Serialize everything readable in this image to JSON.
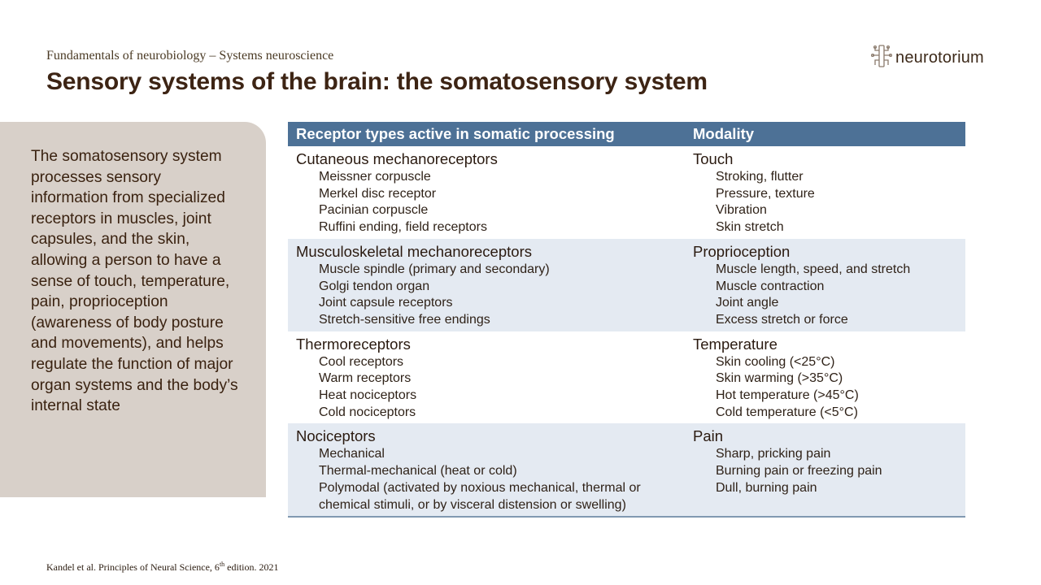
{
  "header": {
    "subtitle": "Fundamentals of neurobiology – Systems neuroscience",
    "title": "Sensory systems of the brain: the somatosensory system"
  },
  "logo": {
    "text": "neurotorium",
    "icon": "neurotorium-logo-icon"
  },
  "side_panel": {
    "text": "The somatosensory system processes sensory information from specialized receptors in muscles, joint capsules, and the skin, allowing a person to have a sense of touch, temperature, pain, proprioception (awareness of body posture and movements), and helps regulate the function of major organ systems and the body’s internal state"
  },
  "table": {
    "headers": [
      "Receptor types active in somatic processing",
      "Modality"
    ],
    "groups": [
      {
        "receptor": "Cutaneous mechanoreceptors",
        "receptor_items": [
          "Meissner corpuscle",
          "Merkel disc receptor",
          "Pacinian corpuscle",
          "Ruffini ending, field receptors"
        ],
        "modality": "Touch",
        "modality_items": [
          "Stroking, flutter",
          "Pressure, texture",
          "Vibration",
          "Skin stretch"
        ]
      },
      {
        "receptor": "Musculoskeletal mechanoreceptors",
        "receptor_items": [
          "Muscle spindle (primary and secondary)",
          "Golgi tendon organ",
          "Joint capsule receptors",
          "Stretch-sensitive free endings"
        ],
        "modality": "Proprioception",
        "modality_items": [
          "Muscle length, speed, and stretch",
          "Muscle contraction",
          "Joint angle",
          "Excess stretch or force"
        ]
      },
      {
        "receptor": "Thermoreceptors",
        "receptor_items": [
          "Cool receptors",
          "Warm receptors",
          "Heat nociceptors",
          "Cold nociceptors"
        ],
        "modality": "Temperature",
        "modality_items": [
          "Skin cooling (<25°C)",
          "Skin warming (>35°C)",
          "Hot temperature (>45°C)",
          "Cold temperature (<5°C)"
        ]
      },
      {
        "receptor": "Nociceptors",
        "receptor_items": [
          "Mechanical",
          "Thermal-mechanical (heat or cold)",
          "Polymodal (activated by noxious mechanical, thermal or chemical stimuli, or by visceral distension or swelling)"
        ],
        "modality": "Pain",
        "modality_items": [
          "Sharp, pricking pain",
          "Burning pain or freezing pain",
          "Dull, burning pain"
        ]
      }
    ]
  },
  "citation": {
    "text": "Kandel et al. Principles of Neural Science, 6",
    "sup": "th",
    "tail": " edition. 2021"
  },
  "colors": {
    "header_bg": "#4d7196",
    "row_shade": "#e4eaf2",
    "panel_bg": "#d8d0c9",
    "title": "#3d2414"
  }
}
